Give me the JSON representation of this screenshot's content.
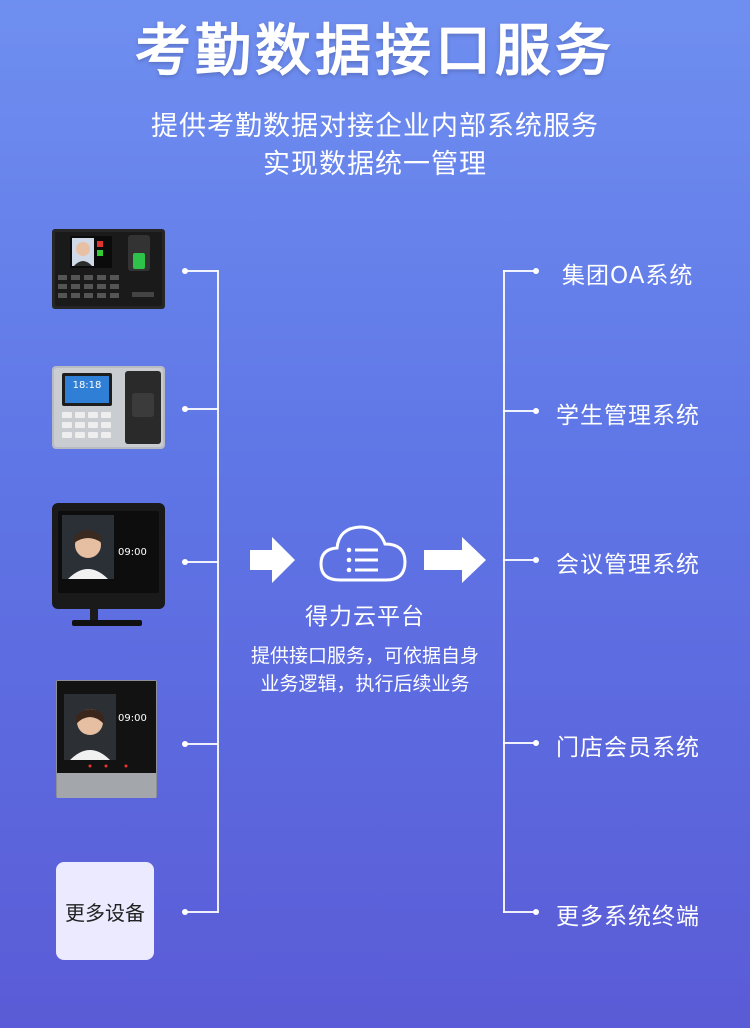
{
  "header": {
    "title": "考勤数据接口服务",
    "subtitle_line1": "提供考勤数据对接企业内部系统服务",
    "subtitle_line2": "实现数据统一管理"
  },
  "devices": {
    "device2_time": "18:18",
    "device3_time": "09:00",
    "device4_time": "09:00",
    "more_devices_label": "更多设备"
  },
  "center": {
    "platform_name": "得力云平台",
    "desc_line1": "提供接口服务，可依据自身",
    "desc_line2": "业务逻辑，执行后续业务"
  },
  "systems": [
    {
      "label": "集团OA系统"
    },
    {
      "label": "学生管理系统"
    },
    {
      "label": "会议管理系统"
    },
    {
      "label": "门店会员系统"
    },
    {
      "label": "更多系统终端"
    }
  ],
  "colors": {
    "bg_top": "#6f8ff0",
    "bg_bottom": "#5a5bd6",
    "line": "#ffffff",
    "more_box": "#eceaff"
  },
  "icons": [
    "cloud-list-icon",
    "arrow-right-icon"
  ]
}
